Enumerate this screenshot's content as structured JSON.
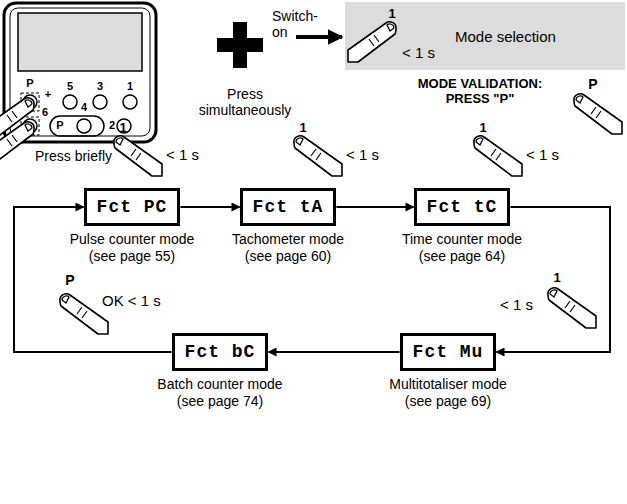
{
  "diagram": {
    "nodes": [
      {
        "text": [
          "Mode selection"
        ]
      },
      {
        "text": [
          "Fct PC",
          "Pulse counter mode (see page 55)"
        ]
      },
      {
        "text": [
          "Fct tA",
          "Tachometer mode (see page 60)"
        ]
      },
      {
        "text": [
          "Fct tC",
          "Time counter mode (see page 64)"
        ]
      },
      {
        "text": [
          "Fct bC",
          "Batch counter mode (see page 74)"
        ]
      },
      {
        "text": [
          "Fct Mu",
          "Multitotaliser mode (see page 69)"
        ]
      }
    ],
    "edges": [
      {
        "from": 1,
        "to": 2,
        "arrow": "to"
      },
      {
        "from": 2,
        "to": 3,
        "arrow": "to"
      },
      {
        "from": 3,
        "to": 5,
        "arrow": "to"
      },
      {
        "from": 5,
        "to": 4,
        "arrow": "to"
      },
      {
        "from": 4,
        "to": 1,
        "arrow": "to"
      }
    ],
    "labels": [
      "P",
      "+",
      "5",
      "3",
      "1",
      "P",
      "6",
      "4",
      "2",
      "Press simultaneously",
      "Switch- on",
      "1",
      "< 1 s",
      "MODE VALIDATION: PRESS \"P\"",
      "P",
      "Press briefly",
      "1",
      "< 1 s",
      "1",
      "< 1 s",
      "1",
      "< 1 s",
      "1",
      "< 1 s",
      "P",
      "OK < 1 s"
    ]
  }
}
